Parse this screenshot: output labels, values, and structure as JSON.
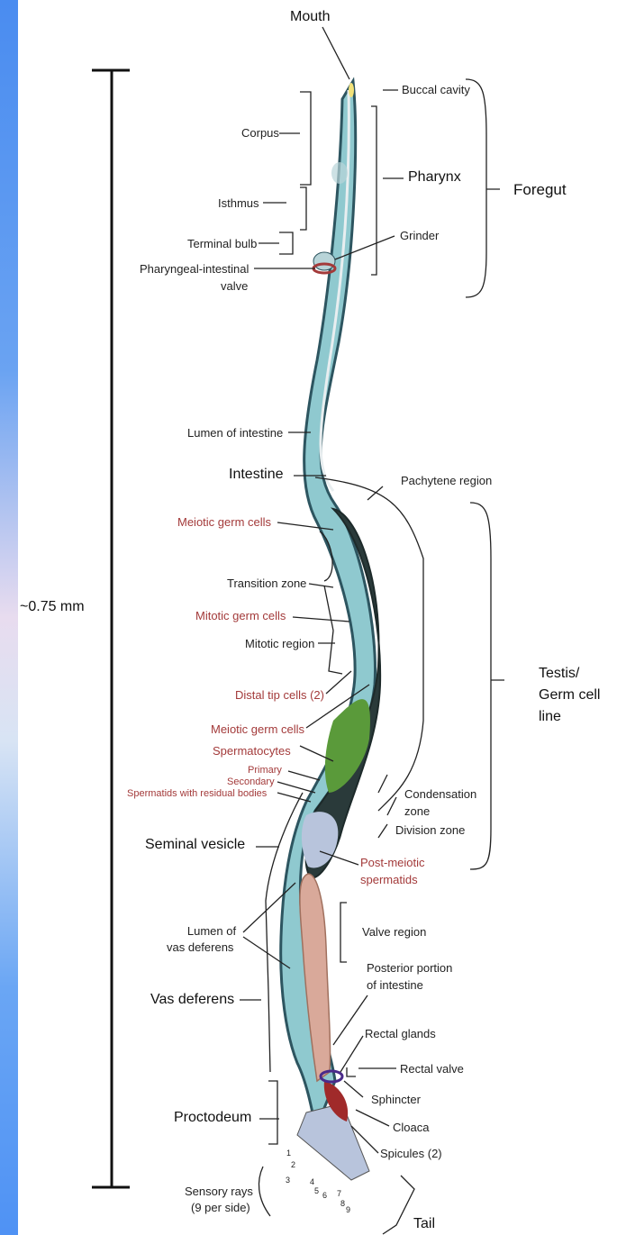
{
  "labels": {
    "mouth": "Mouth",
    "buccal_cavity": "Buccal cavity",
    "corpus": "Corpus",
    "pharynx": "Pharynx",
    "foregut": "Foregut",
    "isthmus": "Isthmus",
    "grinder": "Grinder",
    "terminal_bulb": "Terminal bulb",
    "pharyngeal_valve_1": "Pharyngeal-intestinal",
    "pharyngeal_valve_2": "valve",
    "lumen_intestine": "Lumen of intestine",
    "intestine": "Intestine",
    "pachytene": "Pachytene region",
    "meiotic_germ_cells_1": "Meiotic germ cells",
    "transition_zone": "Transition zone",
    "mitotic_germ_cells": "Mitotic germ cells",
    "mitotic_region": "Mitotic region",
    "scale": "~0.75 mm",
    "testis_1": "Testis/",
    "testis_2": "Germ cell",
    "testis_3": "line",
    "distal_tip": "Distal tip cells (2)",
    "meiotic_germ_cells_2": "Meiotic germ cells",
    "spermatocytes": "Spermatocytes",
    "primary": "Primary",
    "secondary": "Secondary",
    "spermatids": "Spermatids with residual bodies",
    "condensation_1": "Condensation",
    "condensation_2": "zone",
    "division_zone": "Division zone",
    "seminal_vesicle": "Seminal vesicle",
    "post_meiotic_1": "Post-meiotic",
    "post_meiotic_2": "spermatids",
    "lumen_vas_1": "Lumen of",
    "lumen_vas_2": "vas deferens",
    "valve_region": "Valve region",
    "posterior_1": "Posterior portion",
    "posterior_2": "of intestine",
    "vas_deferens": "Vas deferens",
    "rectal_glands": "Rectal glands",
    "rectal_valve": "Rectal valve",
    "sphincter": "Sphincter",
    "proctodeum": "Proctodeum",
    "cloaca": "Cloaca",
    "spicules": "Spicules (2)",
    "sensory_1": "Sensory rays",
    "sensory_2": "(9 per side)",
    "tail": "Tail",
    "ray_numbers": [
      "1",
      "2",
      "3",
      "4",
      "5",
      "6",
      "7",
      "8",
      "9"
    ]
  },
  "colors": {
    "body_outer": "#2d5560",
    "body_fill": "#8fc9cf",
    "gonad_fill": "#2a3a3a",
    "vas_fill": "#d9a99a",
    "red_label": "#a33a3a",
    "germ_green": "#5a9a3a"
  }
}
